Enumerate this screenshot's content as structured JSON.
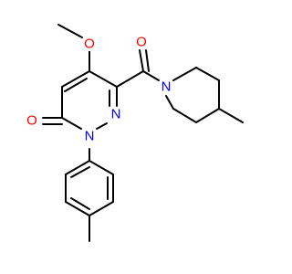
{
  "molecule": {
    "colors": {
      "bond": "#000000",
      "oxygen": "#ff0000",
      "nitrogen": "#0000ff",
      "background": "#ffffff"
    },
    "atoms": [
      {
        "id": "O_methoxy",
        "symbol": "O",
        "element": "oxygen"
      },
      {
        "id": "O_carbonyl",
        "symbol": "O",
        "element": "oxygen"
      },
      {
        "id": "N_piperidine",
        "symbol": "N",
        "element": "nitrogen"
      },
      {
        "id": "N_ring_2",
        "symbol": "N",
        "element": "nitrogen"
      },
      {
        "id": "O_ketone",
        "symbol": "O",
        "element": "oxygen"
      },
      {
        "id": "N_ring_1",
        "symbol": "N",
        "element": "nitrogen"
      }
    ]
  }
}
